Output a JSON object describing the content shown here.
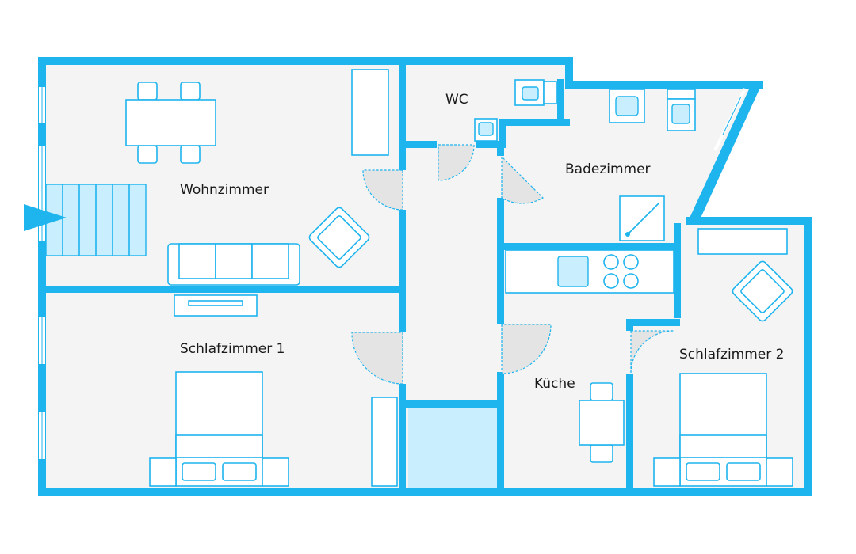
{
  "rooms": {
    "wohnzimmer": "Wohnzimmer",
    "wc": "WC",
    "badezimmer": "Badezimmer",
    "schlafzimmer1": "Schlafzimmer 1",
    "kueche": "Küche",
    "schlafzimmer2": "Schlafzimmer 2"
  },
  "colors": {
    "wall": "#1eb4ee",
    "floor": "#f4f4f4",
    "accent_fill": "#c9efff"
  },
  "icons": {
    "entrance": "entrance-arrow-icon"
  }
}
